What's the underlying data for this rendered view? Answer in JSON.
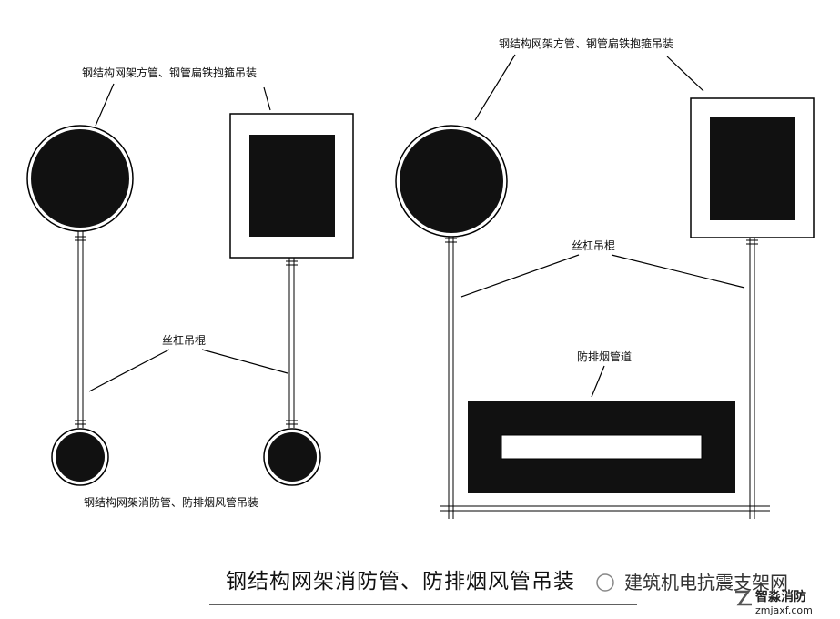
{
  "left_panel": {
    "top_label": "钢结构网架方管、钢管扁铁抱箍吊装",
    "rod_label": "丝杠吊棍",
    "bottom_label": "钢结构网架消防管、防排烟风管吊装"
  },
  "right_panel": {
    "top_label": "钢结构网架方管、钢管扁铁抱箍吊装",
    "rod_label": "丝杠吊棍",
    "duct_label": "防排烟管道"
  },
  "footer": {
    "title": "钢结构网架消防管、防排烟风管吊装"
  },
  "watermark": {
    "text": "建筑机电抗震支架网",
    "brand": "智淼消防",
    "url": "zmjaxf.com"
  }
}
